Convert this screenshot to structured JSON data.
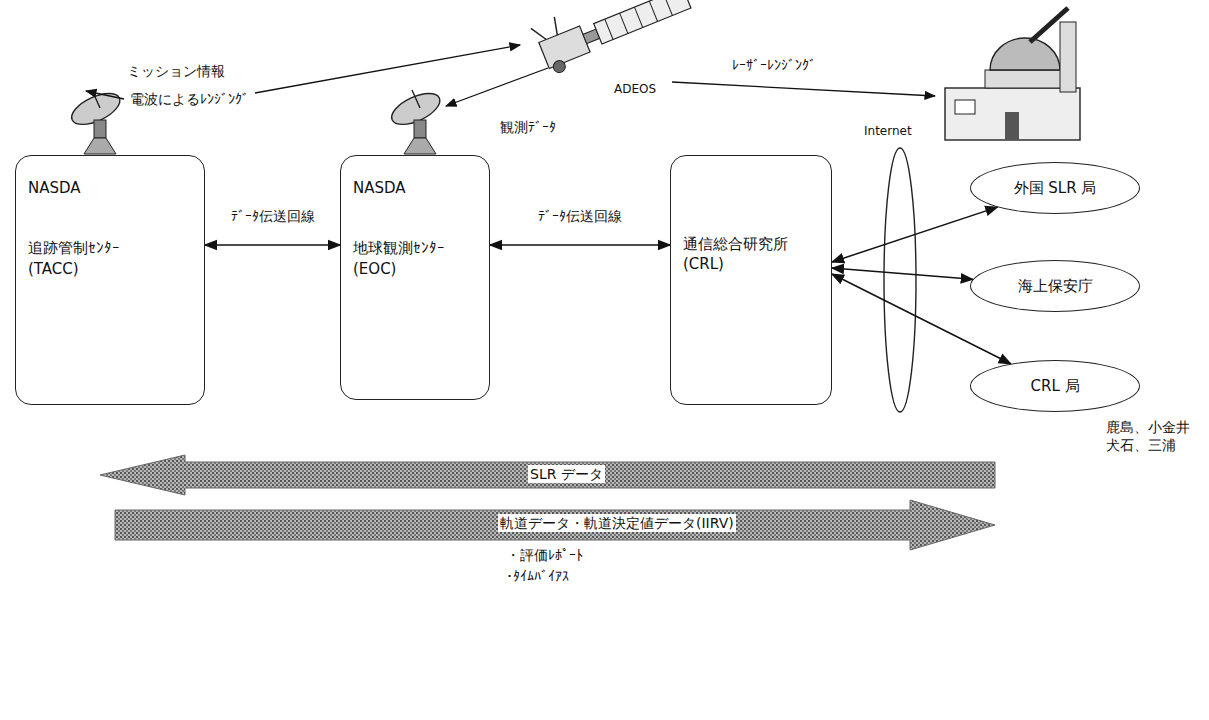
{
  "diagram": {
    "nodes": [
      {
        "text": [
          "NASDA",
          "追跡管制ｾﾝﾀｰ (TACC)"
        ]
      },
      {
        "text": [
          "NASDA",
          "地球観測ｾﾝﾀｰ (EOC)"
        ]
      },
      {
        "text": [
          "通信総合研究所 (CRL)"
        ]
      },
      {
        "text": [
          "外国 SLR 局"
        ]
      },
      {
        "text": [
          "海上保安庁"
        ]
      },
      {
        "text": [
          "CRL 局"
        ]
      }
    ],
    "edges": [
      {
        "from": 0,
        "to": 1,
        "arrow": "both",
        "label": "ﾃﾞｰﾀ伝送回線"
      },
      {
        "from": 1,
        "to": 2,
        "arrow": "both",
        "label": "ﾃﾞｰﾀ伝送回線"
      },
      {
        "from": 2,
        "to": 3,
        "arrow": "both"
      },
      {
        "from": 2,
        "to": 4,
        "arrow": "both"
      },
      {
        "from": 2,
        "to": 5,
        "arrow": "both"
      }
    ],
    "labels": [
      "ミッション情報",
      "電波によるﾚﾝｼﾞﾝｸﾞ",
      "ADEOS",
      "ﾚｰｻﾞｰﾚﾝｼﾞﾝｸﾞ",
      "観測ﾃﾞｰﾀ",
      "Internet",
      "鹿島、小金井 犬石、三浦",
      "SLR データ",
      "軌道データ・軌道決定値データ(IIRV)",
      "・評価ﾚﾎﾟｰﾄ",
      "・ﾀｲﾑﾊﾞｲｱｽ"
    ]
  }
}
